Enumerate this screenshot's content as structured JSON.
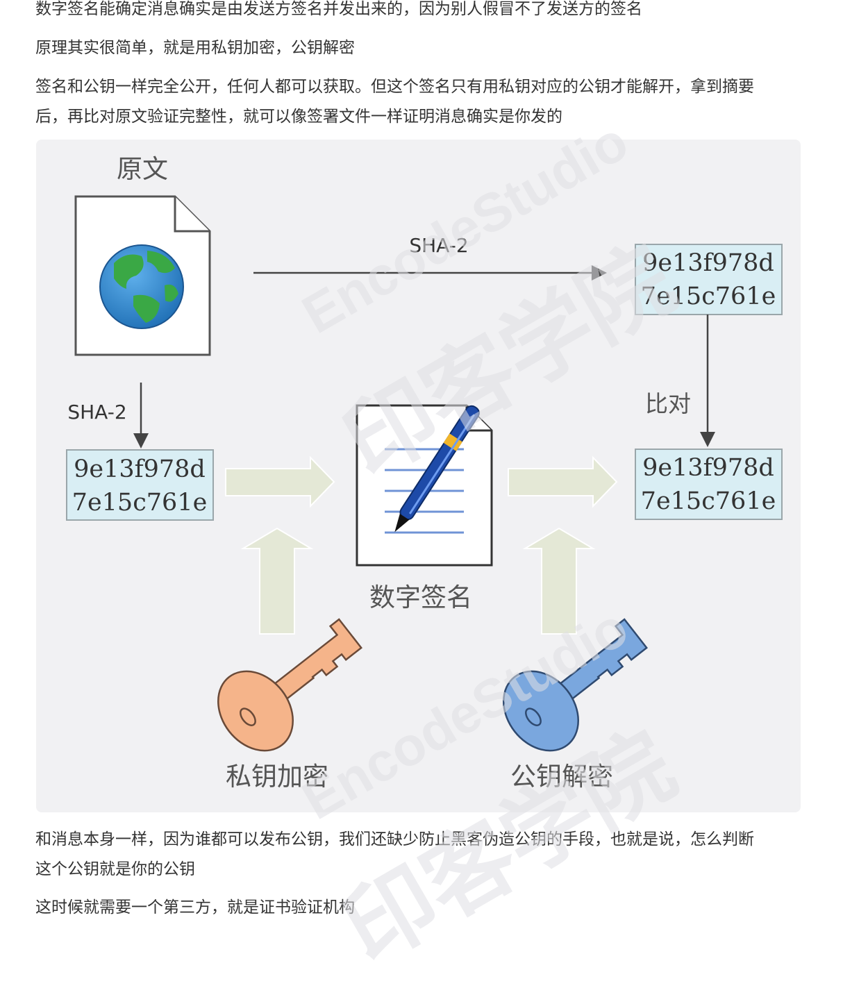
{
  "paragraphs": {
    "p1": "数字签名能确定消息确实是由发送方签名并发出来的，因为别人假冒不了发送方的签名",
    "p2": "原理其实很简单，就是用私钥加密，公钥解密",
    "p3_line1": "签名和公钥一样完全公开，任何人都可以获取。但这个签名只有用私钥对应的公钥才能解开，拿到摘要",
    "p3_line2": "后，再比对原文验证完整性，就可以像签署文件一样证明消息确实是你发的",
    "p4_line1": "和消息本身一样，因为谁都可以发布公钥，我们还缺少防止黑客伪造公钥的手段，也就是说，怎么判断",
    "p4_line2": "这个公钥就是你的公钥",
    "p5": "这时候就需要一个第三方，就是证书验证机构"
  },
  "diagram": {
    "original_label": "原文",
    "sha_top_label": "SHA-2",
    "sha_left_label": "SHA-2",
    "hash_top": {
      "line1": "9e13f978d",
      "line2": "7e15c761e"
    },
    "hash_left": {
      "line1": "9e13f978d",
      "line2": "7e15c761e"
    },
    "hash_right": {
      "line1": "9e13f978d",
      "line2": "7e15c761e"
    },
    "compare_label": "比对",
    "signature_label": "数字签名",
    "private_key_label": "私钥加密",
    "public_key_label": "公钥解密",
    "colors": {
      "hash_box_fill": "#d9eef4",
      "hash_box_border": "#9aa6aa",
      "arrow_fill": "#e4e8d6",
      "private_key": "#f5b48a",
      "public_key": "#7aa7de",
      "pen_blue": "#1d4aa8",
      "pen_band": "#f1b52a",
      "globe_ocean": "#1f6fb5",
      "globe_land": "#3aa845"
    },
    "icons": [
      "document-icon",
      "globe-icon",
      "signature-document-icon",
      "pen-icon",
      "private-key-icon",
      "public-key-icon"
    ]
  },
  "watermark": {
    "brand": "EncodeStudio",
    "cn": "印客学院"
  }
}
